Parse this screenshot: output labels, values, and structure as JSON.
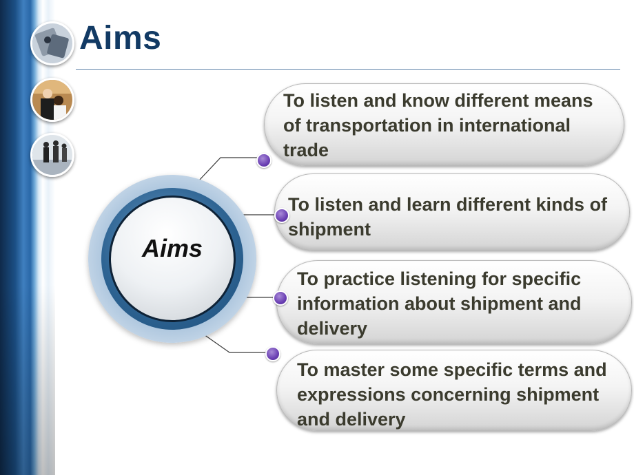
{
  "slide": {
    "title": "Aims",
    "hub_label": "Aims"
  },
  "aims": [
    {
      "text": "To listen and know different means of transportation in international trade"
    },
    {
      "text": "To listen and learn different kinds of shipment"
    },
    {
      "text": "To practice listening for specific information about shipment and delivery"
    },
    {
      "text": "To master some specific terms and expressions concerning shipment and delivery"
    }
  ],
  "colors": {
    "title": "#123a64",
    "hub_ring": "#2f6594",
    "dot": "#6a3fb3",
    "pill_text": "#3b3b2e"
  }
}
